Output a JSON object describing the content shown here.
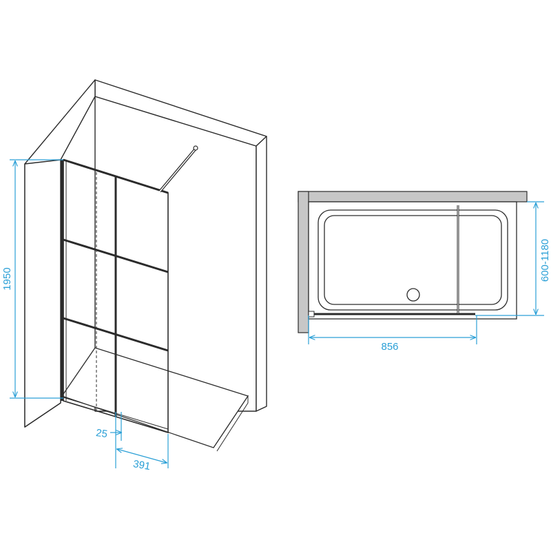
{
  "dimensions": {
    "height": "1950",
    "offset": "25",
    "panel_width": "391",
    "plan_width": "856",
    "plan_depth": "600-1180"
  },
  "colors": {
    "dimension_line": "#2a9fd6",
    "outline": "#2b2b2b",
    "plan_wall_fill": "#c7c7c7"
  }
}
